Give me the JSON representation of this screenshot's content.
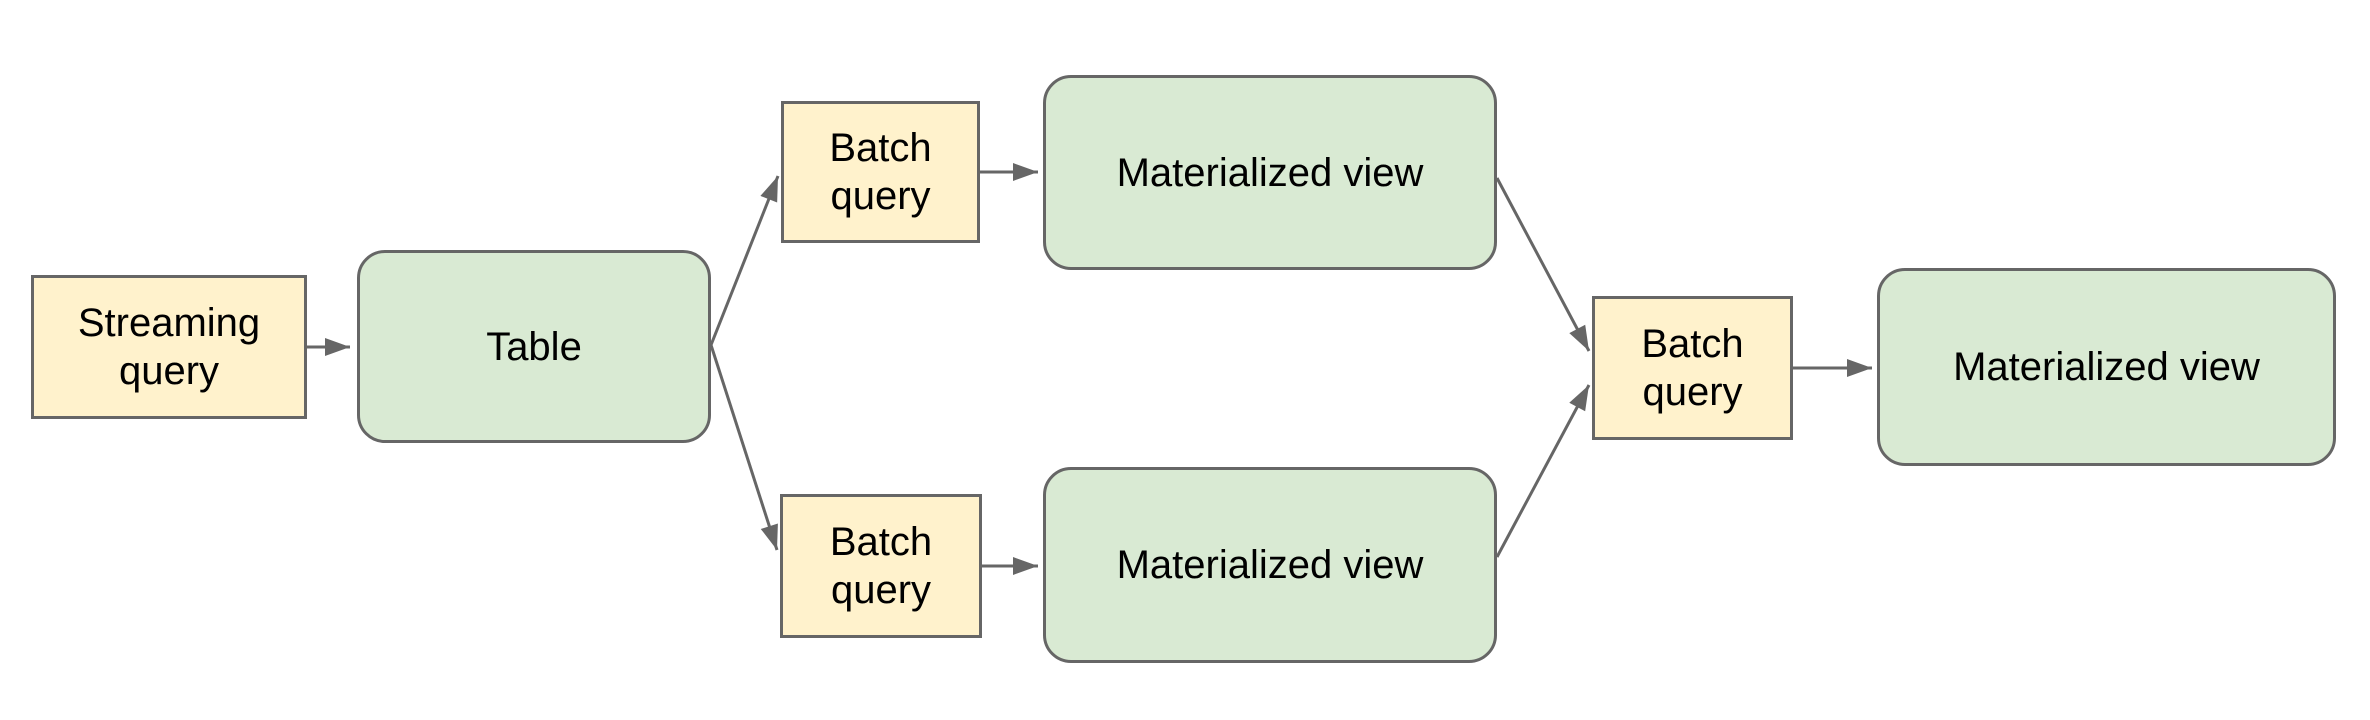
{
  "diagram": {
    "background": "#ffffff",
    "colors": {
      "query_fill": "#FFF2CC",
      "view_fill": "#D9EAD3",
      "stroke": "#666666",
      "connector": "#666666",
      "text": "#000000",
      "background": "#ffffff"
    },
    "nodes": [
      {
        "id": "streaming-query",
        "label": "Streaming query",
        "type": "query"
      },
      {
        "id": "table",
        "label": "Table",
        "type": "view"
      },
      {
        "id": "batch-query-top",
        "label": "Batch query",
        "type": "query"
      },
      {
        "id": "materialized-view-top",
        "label": "Materialized view",
        "type": "view"
      },
      {
        "id": "batch-query-bottom",
        "label": "Batch query",
        "type": "query"
      },
      {
        "id": "materialized-view-bottom",
        "label": "Materialized view",
        "type": "view"
      },
      {
        "id": "batch-query-right",
        "label": "Batch query",
        "type": "query"
      },
      {
        "id": "materialized-view-right",
        "label": "Materialized view",
        "type": "view"
      }
    ],
    "edges": [
      {
        "from": "streaming-query",
        "to": "table"
      },
      {
        "from": "table",
        "to": "batch-query-top"
      },
      {
        "from": "table",
        "to": "batch-query-bottom"
      },
      {
        "from": "batch-query-top",
        "to": "materialized-view-top"
      },
      {
        "from": "batch-query-bottom",
        "to": "materialized-view-bottom"
      },
      {
        "from": "materialized-view-top",
        "to": "batch-query-right"
      },
      {
        "from": "materialized-view-bottom",
        "to": "batch-query-right"
      },
      {
        "from": "batch-query-right",
        "to": "materialized-view-right"
      }
    ]
  }
}
